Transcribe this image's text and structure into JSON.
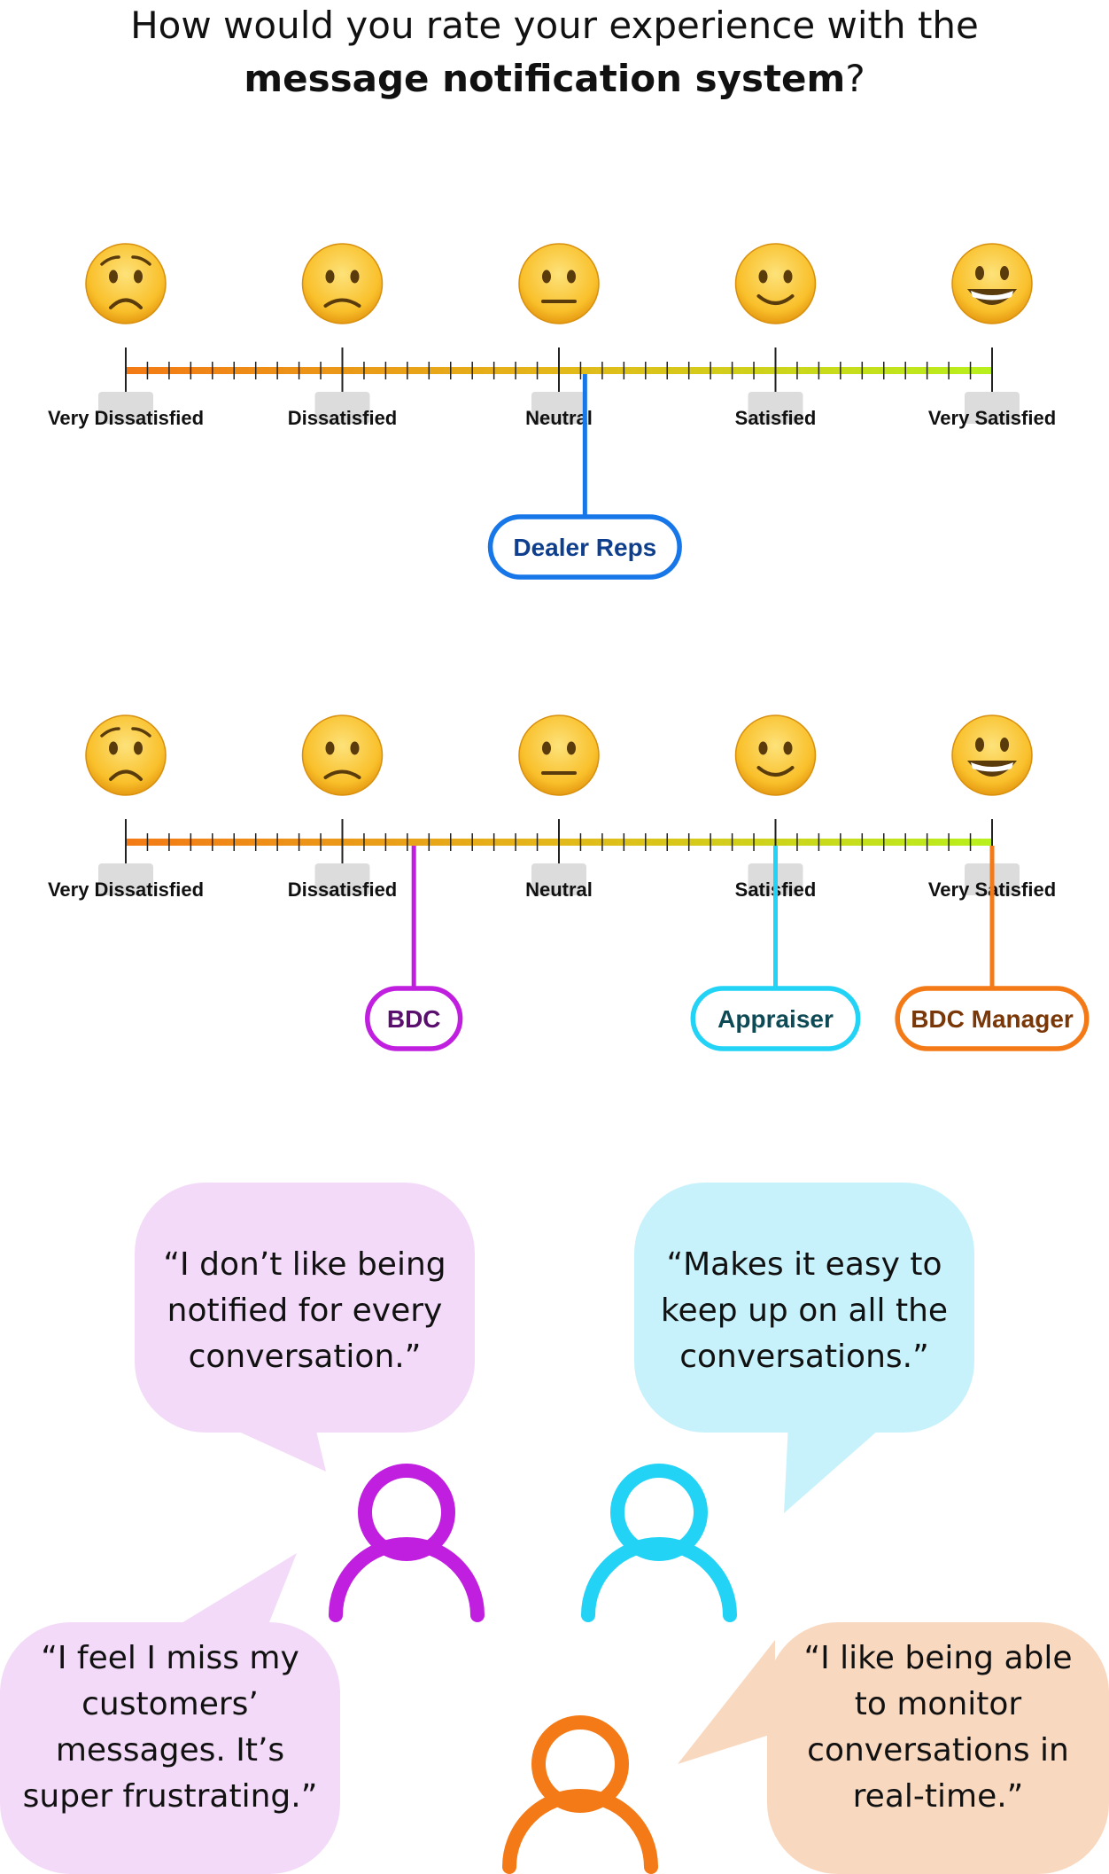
{
  "question": {
    "line1": "How would you rate your experience with the",
    "bold": "message notification system",
    "end": "?"
  },
  "scale_labels": [
    "Very Dissatisfied",
    "Dissatisfied",
    "Neutral",
    "Satisfied",
    "Very Satisfied"
  ],
  "faces": [
    "worried-face-icon",
    "slightly-frowning-face-icon",
    "neutral-face-icon",
    "slightly-smiling-face-icon",
    "grinning-face-icon"
  ],
  "scales": [
    {
      "markers": [
        {
          "label": "Dealer Reps",
          "value": 3.12,
          "color": "#1877e8",
          "text_color": "#0f3f8c"
        }
      ]
    },
    {
      "markers": [
        {
          "label": "BDC",
          "value": 2.33,
          "color": "#c11fe0",
          "text_color": "#5a0f6e"
        },
        {
          "label": "Appraiser",
          "value": 4.0,
          "color": "#22d3f5",
          "text_color": "#0d4a55"
        },
        {
          "label": "BDC Manager",
          "value": 5.0,
          "color": "#f37a16",
          "text_color": "#7a3708"
        }
      ]
    }
  ],
  "quotes": [
    {
      "name": "quote-bdc-1",
      "text": [
        "“I don’t like being",
        "notified for every",
        "conversation.”"
      ],
      "fill": "#f3daf8"
    },
    {
      "name": "quote-appraiser",
      "text": [
        "“Makes it easy to",
        "keep up on all the",
        "conversations.”"
      ],
      "fill": "#c7f2fb"
    },
    {
      "name": "quote-bdc-2",
      "text": [
        "“I feel I miss my",
        "customers’",
        "messages. It’s",
        "super frustrating.”"
      ],
      "fill": "#f3daf8"
    },
    {
      "name": "quote-bdc-manager",
      "text": [
        "“I like being able",
        "to monitor",
        "conversations in",
        "real-time.”"
      ],
      "fill": "#f9d8c0"
    }
  ],
  "users": [
    {
      "name": "user-icon-bdc",
      "color": "#c11fe0"
    },
    {
      "name": "user-icon-appraiser",
      "color": "#22d3f5"
    },
    {
      "name": "user-icon-bdc-manager",
      "color": "#f37a16"
    }
  ]
}
